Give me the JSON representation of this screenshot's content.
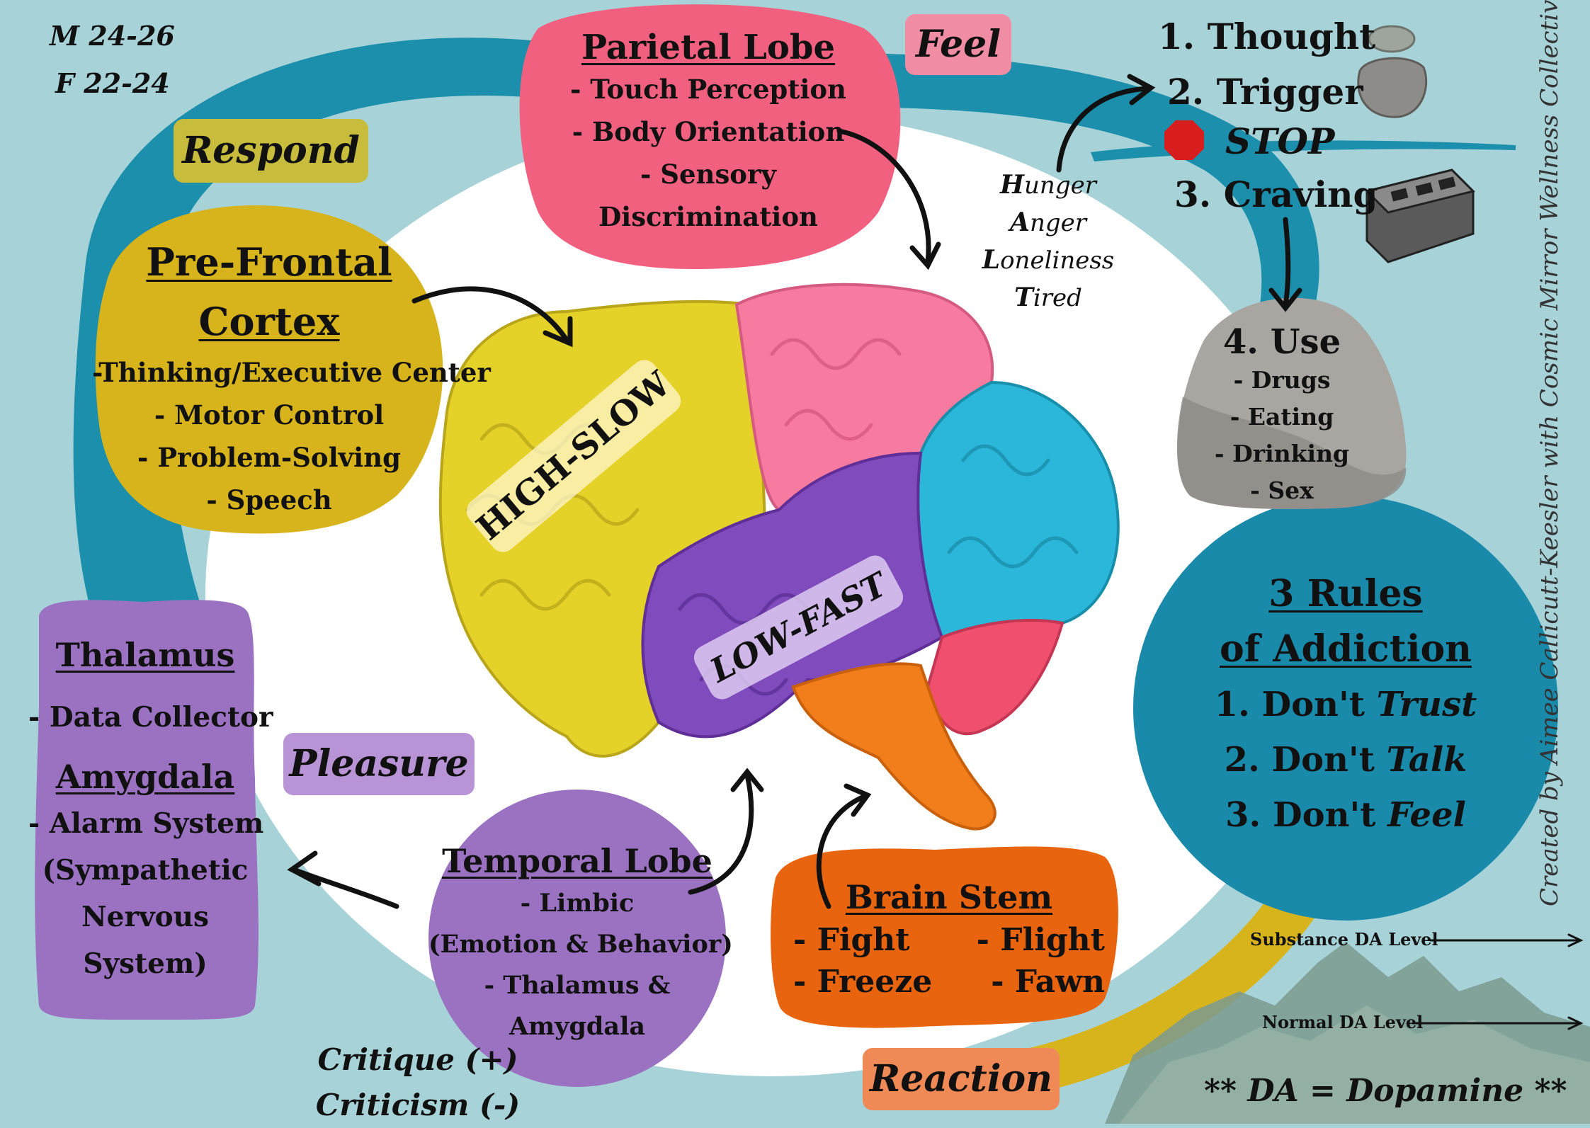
{
  "age_ranges": {
    "male": "M 24-26",
    "female": "F 22-24"
  },
  "tags": {
    "respond": "Respond",
    "feel": "Feel",
    "pleasure": "Pleasure",
    "reaction": "Reaction"
  },
  "brain_labels": {
    "high_slow": "HIGH-SLOW",
    "low_fast": "LOW-FAST"
  },
  "parietal": {
    "title": "Parietal Lobe",
    "items": [
      "- Touch Perception",
      "- Body Orientation",
      "- Sensory",
      "Discrimination"
    ]
  },
  "prefrontal": {
    "title_line1": "Pre-Frontal",
    "title_line2": "Cortex",
    "items": [
      "-Thinking/Executive Center",
      "- Motor Control",
      "- Problem-Solving",
      "- Speech"
    ]
  },
  "thalamus_panel": {
    "thalamus_title": "Thalamus",
    "thalamus_item": "- Data Collector",
    "amygdala_title": "Amygdala",
    "amygdala_items": [
      "- Alarm System",
      "(Sympathetic",
      "Nervous",
      "System)"
    ]
  },
  "temporal": {
    "title": "Temporal Lobe",
    "items": [
      "- Limbic",
      "(Emotion & Behavior)",
      "- Thalamus &",
      "Amygdala"
    ]
  },
  "brainstem": {
    "title": "Brain Stem",
    "row1": [
      "- Fight",
      "- Flight"
    ],
    "row2": [
      "- Freeze",
      "- Fawn"
    ]
  },
  "critique": {
    "plus": "Critique (+)",
    "minus": "Criticism (-)"
  },
  "halt": {
    "hunger": {
      "first": "H",
      "rest": "unger"
    },
    "anger": {
      "first": "A",
      "rest": "nger"
    },
    "loneliness": {
      "first": "L",
      "rest": "oneliness"
    },
    "tired": {
      "first": "T",
      "rest": "ired"
    }
  },
  "cycle": {
    "thought": "1.  Thought",
    "trigger": "2.  Trigger",
    "stop": "STOP",
    "craving": "3. Craving",
    "use_title": "4. Use",
    "use_items": [
      "- Drugs",
      "- Eating",
      "- Drinking",
      "- Sex"
    ]
  },
  "rules": {
    "title_line1": "3 Rules",
    "title_line2": "of Addiction",
    "rule1_prefix": "1.  Don't ",
    "rule1_word": "Trust",
    "rule2_prefix": "2. Don't ",
    "rule2_word": "Talk",
    "rule3_prefix": "3. Don't ",
    "rule3_word": "Feel"
  },
  "dopamine": {
    "substance": "Substance DA Level",
    "normal": "Normal DA Level",
    "note": "** DA = Dopamine **"
  },
  "credit": "Created by Aimee Callicutt-Keesler with Cosmic Mirror Wellness Collective, PLLC",
  "colors": {
    "background": "#a7d3d8",
    "blue_swirl": "#1b8fab",
    "yellow": "#d7b41b",
    "pink": "#f2607f",
    "purple": "#9b71c2",
    "orange": "#e9640f",
    "teal_circle": "#1a8aab",
    "stone": "#a9a6a1"
  }
}
